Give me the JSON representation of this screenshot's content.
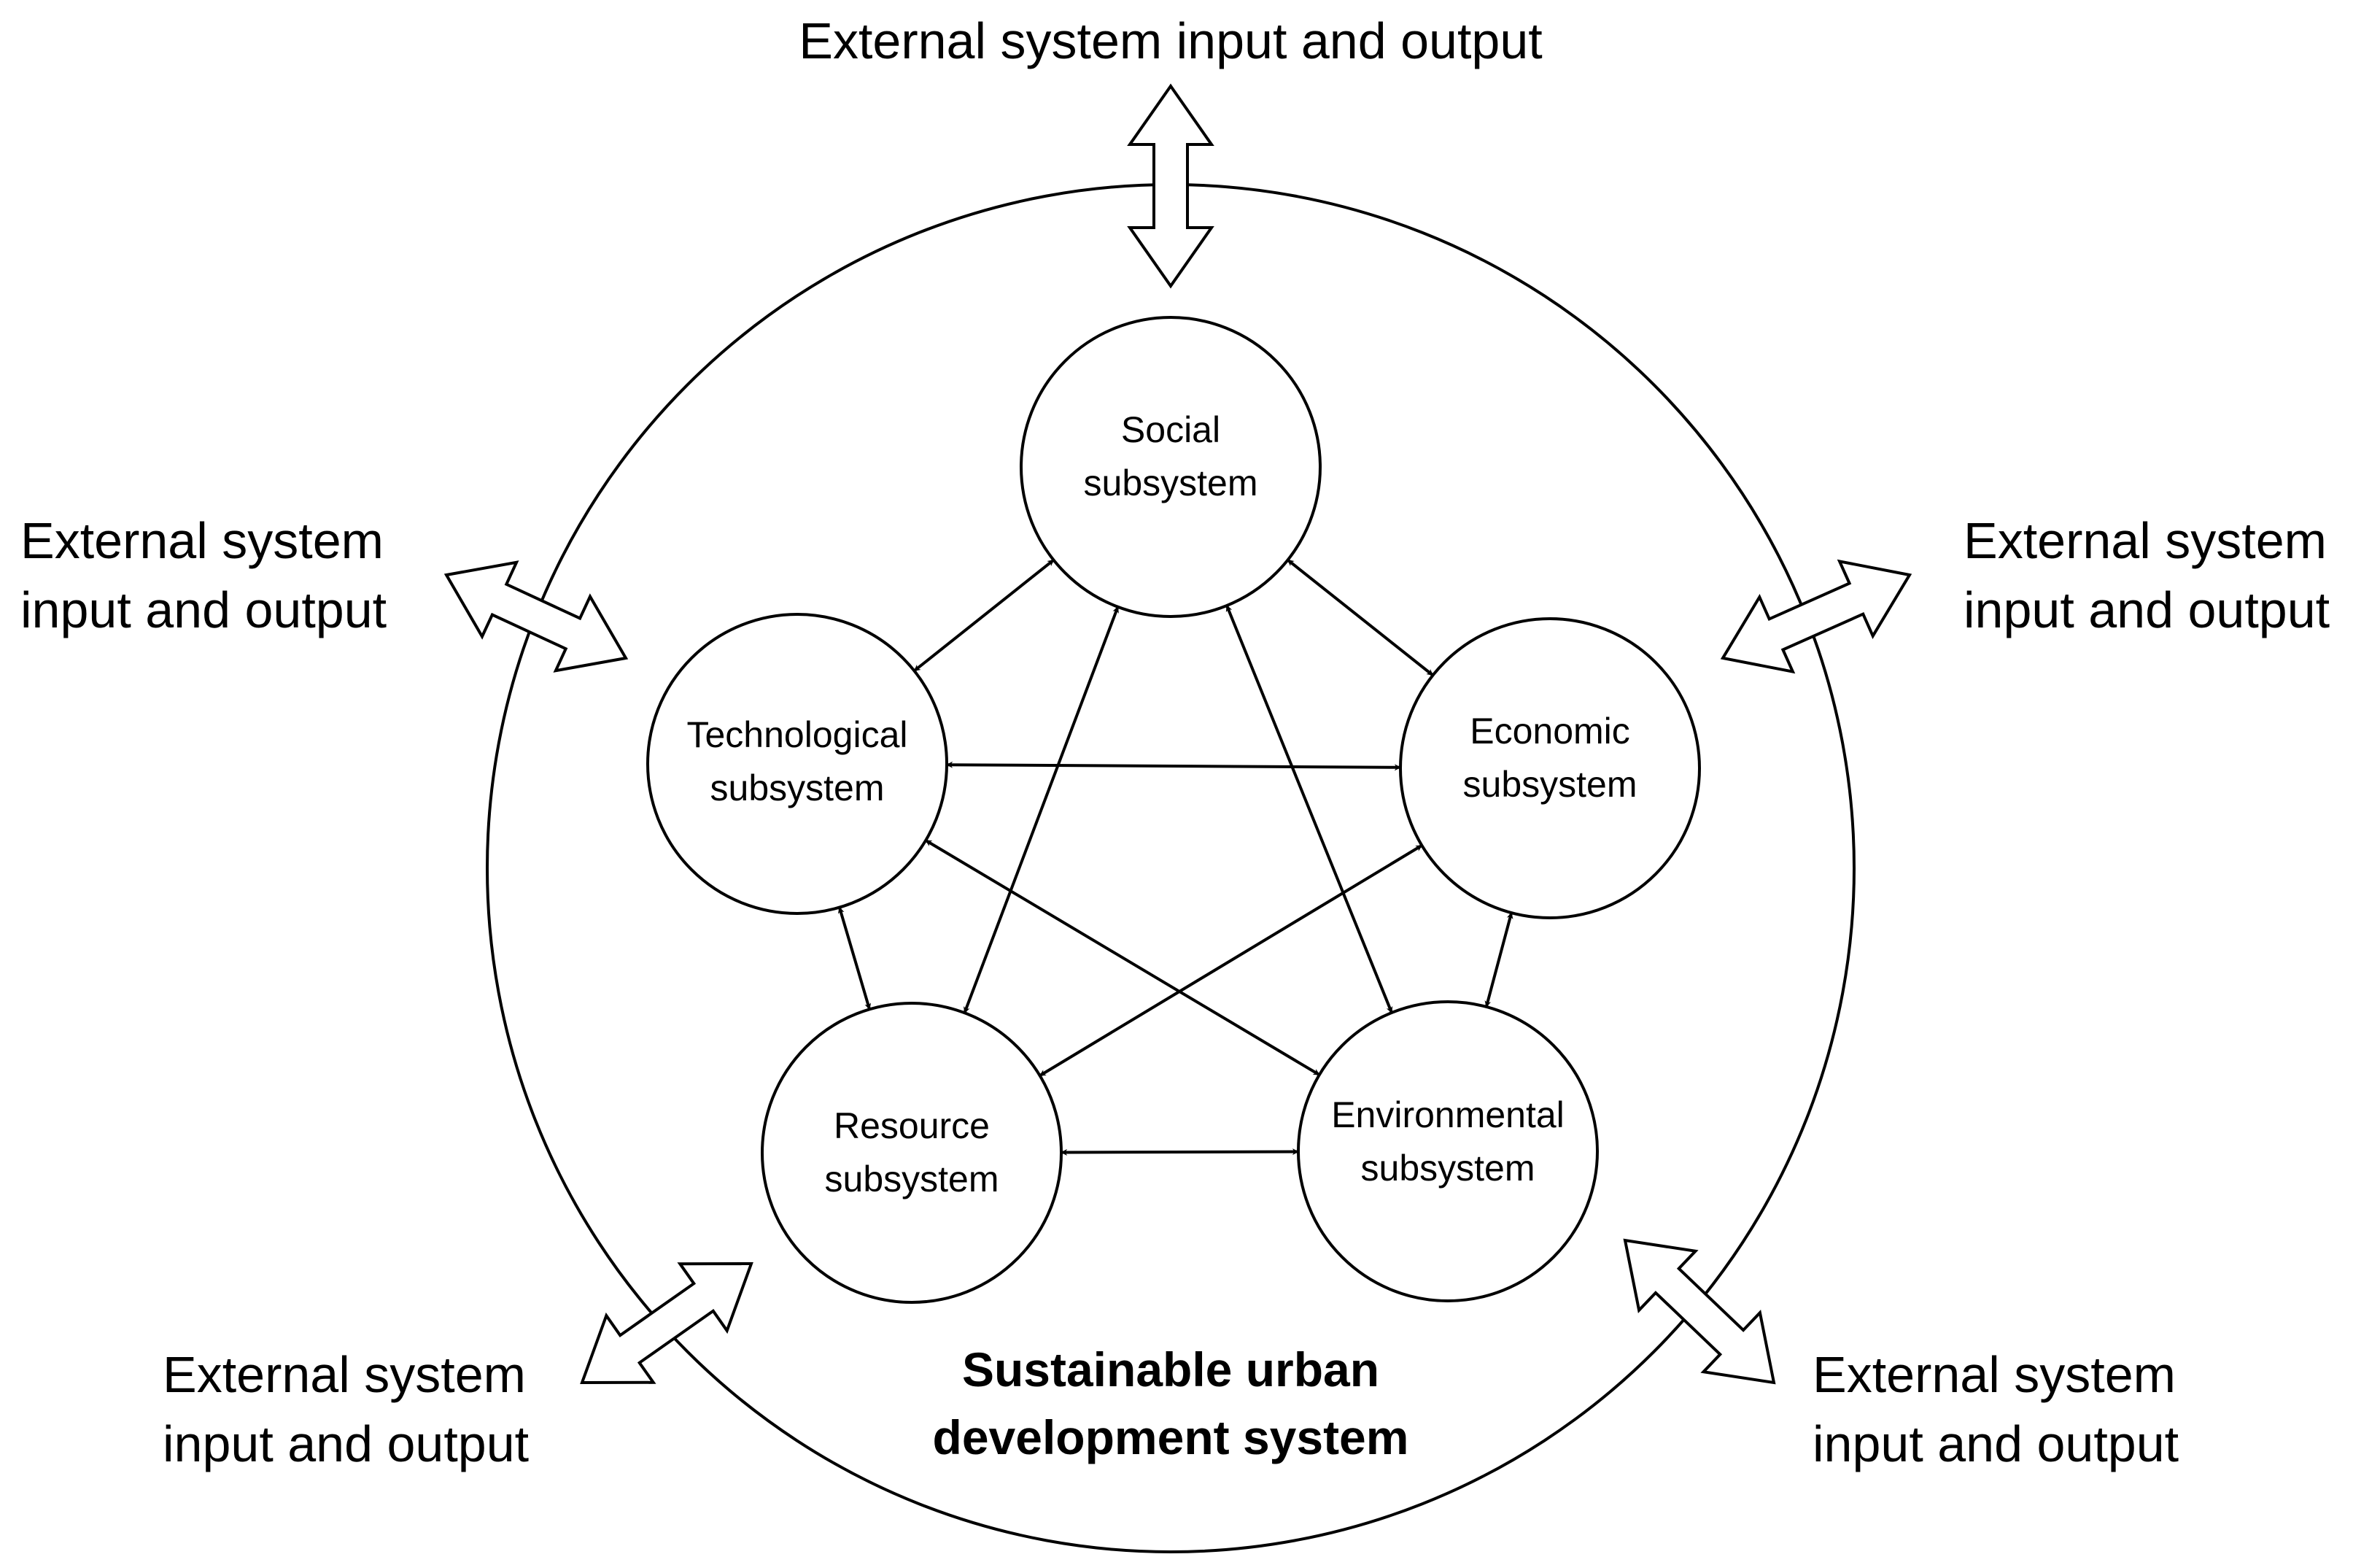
{
  "system": {
    "title_line1": "Sustainable urban",
    "title_line2": "development system"
  },
  "subsystems": [
    {
      "id": "social",
      "line1": "Social",
      "line2": "subsystem"
    },
    {
      "id": "economic",
      "line1": "Economic",
      "line2": "subsystem"
    },
    {
      "id": "environmental",
      "line1": "Environmental",
      "line2": "subsystem"
    },
    {
      "id": "resource",
      "line1": "Resource",
      "line2": "subsystem"
    },
    {
      "id": "technological",
      "line1": "Technological",
      "line2": "subsystem"
    }
  ],
  "connections": [
    [
      "social",
      "economic"
    ],
    [
      "social",
      "technological"
    ],
    [
      "social",
      "environmental"
    ],
    [
      "social",
      "resource"
    ],
    [
      "economic",
      "technological"
    ],
    [
      "economic",
      "resource"
    ],
    [
      "economic",
      "environmental"
    ],
    [
      "technological",
      "environmental"
    ],
    [
      "technological",
      "resource"
    ],
    [
      "resource",
      "environmental"
    ]
  ],
  "external": {
    "top": "External system input and output",
    "left_line1": "External system",
    "left_line2": "input and output",
    "right_line1": "External system",
    "right_line2": "input and output",
    "bottom_left_line1": "External system",
    "bottom_left_line2": "input and output",
    "bottom_right_line1": "External system",
    "bottom_right_line2": "input and output"
  },
  "colors": {
    "stroke": "#000000",
    "background": "#ffffff"
  }
}
